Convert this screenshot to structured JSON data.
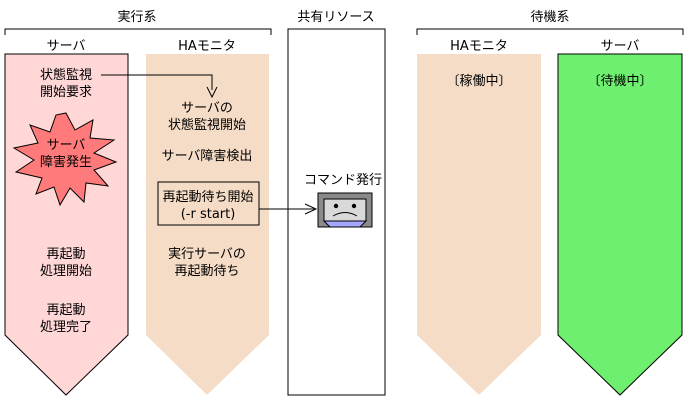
{
  "groups": {
    "exec": "実行系",
    "shared": "共有リソース",
    "standby": "待機系"
  },
  "columns": {
    "exec_server": {
      "label": "サーバ",
      "fill": "#ffd7d7",
      "steps": {
        "monitor_request_l1": "状態監視",
        "monitor_request_l2": "開始要求",
        "failure_l1": "サーバ",
        "failure_l2": "障害発生",
        "restart_begin_l1": "再起動",
        "restart_begin_l2": "処理開始",
        "restart_done_l1": "再起動",
        "restart_done_l2": "処理完了"
      },
      "burst_color": "#ff7a7a"
    },
    "exec_ha": {
      "label": "HAモニタ",
      "fill": "#f5dcc6",
      "steps": {
        "monitor_start_l1": "サーバの",
        "monitor_start_l2": "状態監視開始",
        "failure_detect": "サーバ障害検出",
        "wait_restart_l1": "再起動待ち開始",
        "wait_restart_l2": "(-r start)",
        "wait_exec_l1": "実行サーバの",
        "wait_exec_l2": "再起動待ち"
      }
    },
    "standby_ha": {
      "label": "HAモニタ",
      "fill": "#f5dcc6",
      "status": "〔稼働中〕"
    },
    "standby_server": {
      "label": "サーバ",
      "fill": "#6fef6f",
      "status": "〔待機中〕"
    }
  },
  "shared_resource": {
    "command_label": "コマンド発行",
    "icon": "terminal-icon"
  }
}
